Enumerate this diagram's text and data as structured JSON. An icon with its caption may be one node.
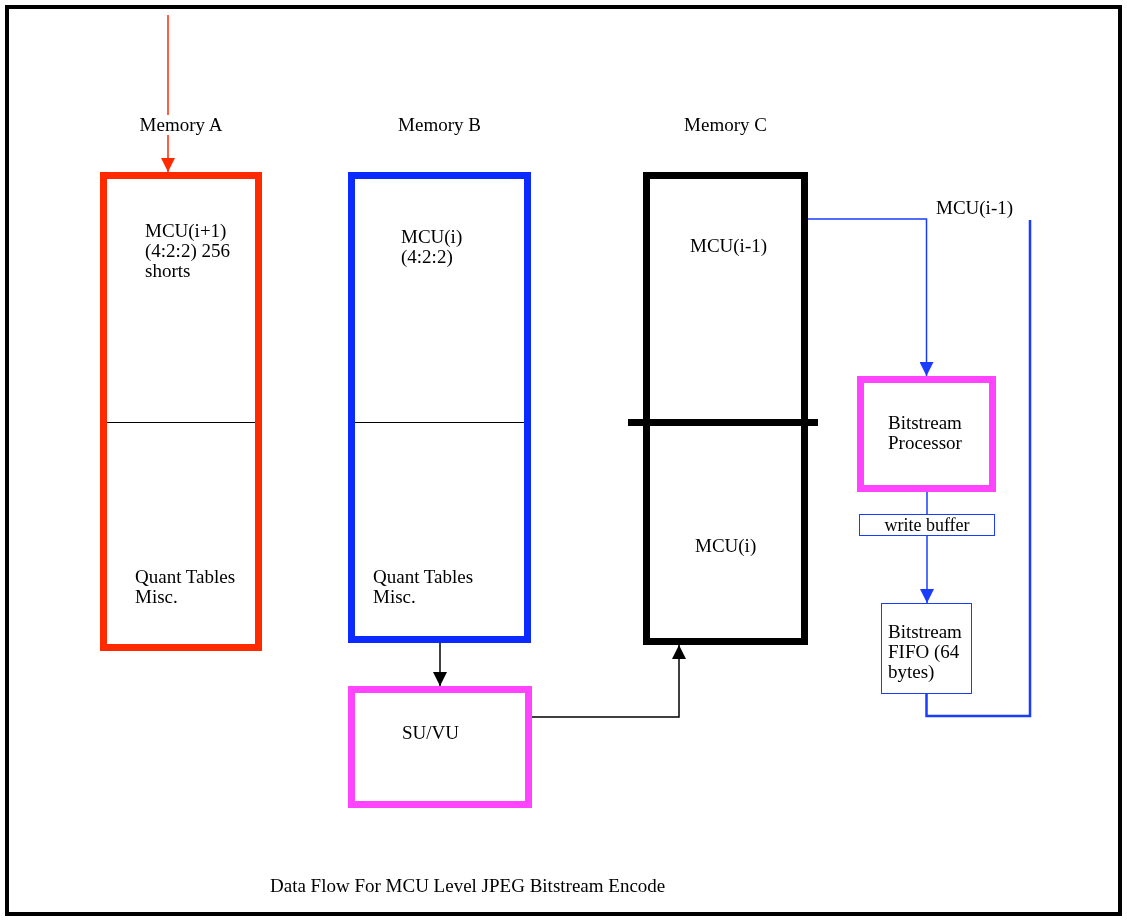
{
  "diagram": {
    "caption": "Data Flow For MCU Level JPEG Bitstream Encode",
    "nodes": [
      {
        "text": [
          "Memory A"
        ]
      },
      {
        "text": [
          "MCU(i+1) (4:2:2) 256 shorts"
        ],
        "in": 0
      },
      {
        "text": [
          "Quant Tables Misc."
        ],
        "in": 0
      },
      {
        "text": [
          "Memory B"
        ]
      },
      {
        "text": [
          "MCU(i) (4:2:2)"
        ],
        "in": 3
      },
      {
        "text": [
          "Quant Tables Misc."
        ],
        "in": 3
      },
      {
        "text": [
          "Memory C"
        ]
      },
      {
        "text": [
          "MCU(i-1)"
        ],
        "in": 6
      },
      {
        "text": [
          "MCU(i)"
        ],
        "in": 6
      },
      {
        "text": [
          "Bitstream Processor"
        ]
      },
      {
        "text": [
          "write buffer"
        ]
      },
      {
        "text": [
          "Bitstream FIFO (64 bytes)"
        ]
      },
      {
        "text": [
          "SU/VU"
        ]
      },
      {
        "text": [
          "MCU(i-1)"
        ]
      }
    ],
    "edges": [
      {
        "from": null,
        "to": 1,
        "arrow": "to",
        "color": "#ff2a00"
      },
      {
        "from": 5,
        "to": 12,
        "arrow": "to",
        "color": "#000000"
      },
      {
        "from": 12,
        "to": 8,
        "arrow": "to",
        "color": "#000000"
      },
      {
        "from": 7,
        "to": 9,
        "arrow": "to",
        "color": "#1a3cff"
      },
      {
        "from": 9,
        "to": 10,
        "arrow": "none",
        "color": "#1a3cff"
      },
      {
        "from": 10,
        "to": 11,
        "arrow": "to",
        "color": "#1a3cff"
      },
      {
        "from": 11,
        "to": 13,
        "arrow": "none",
        "color": "#1a3cff"
      }
    ]
  }
}
